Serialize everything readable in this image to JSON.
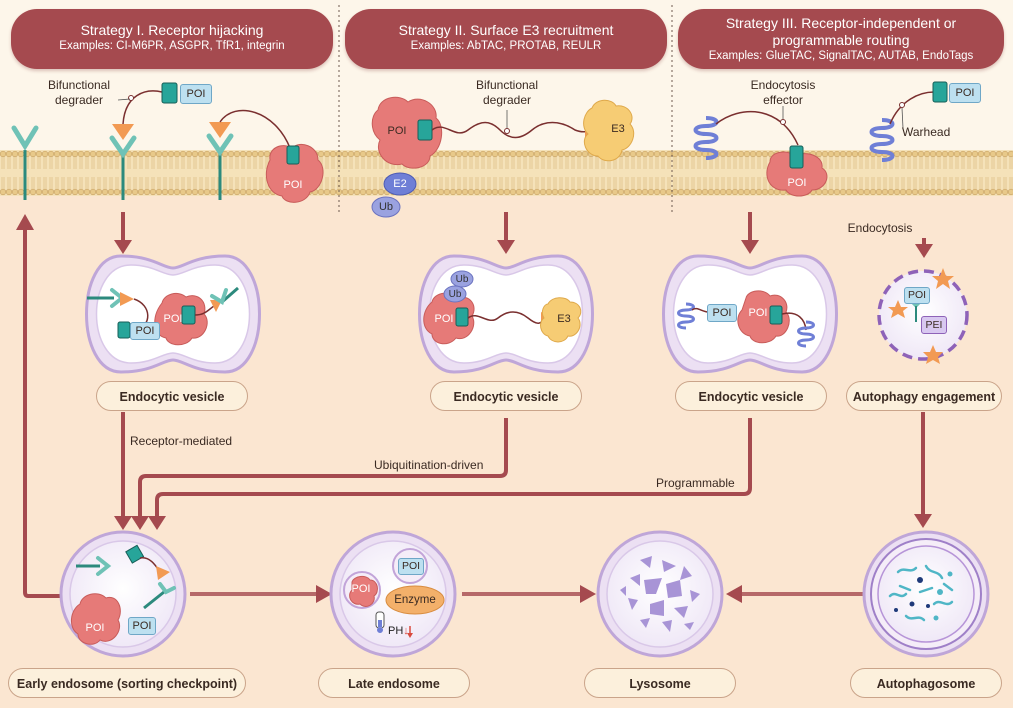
{
  "strategies": [
    {
      "title": "Strategy I. Receptor hijacking",
      "examples": "Examples: CI-M6PR, ASGPR, TfR1, integrin"
    },
    {
      "title": "Strategy II. Surface E3 recruitment",
      "examples": "Examples: AbTAC, PROTAB, REULR"
    },
    {
      "title_line1": "Strategy III. Receptor-independent or",
      "title_line2": "programmable routing",
      "examples": "Examples: GlueTAC, SignalTAC, AUTAB, EndoTags"
    }
  ],
  "labels": {
    "poi": "POI",
    "e3": "E3",
    "e2": "E2",
    "ub": "Ub",
    "pei": "PEI",
    "enzyme": "Enzyme",
    "ph": "PH",
    "bifunctional_line1": "Bifunctional",
    "bifunctional_line2": "degrader",
    "effector_line1": "Endocytosis",
    "effector_line2": "effector",
    "warhead": "Warhead",
    "endocytosis": "Endocytosis",
    "receptor_mediated": "Receptor-mediated",
    "ubiquitination_driven": "Ubiquitination-driven",
    "programmable": "Programmable"
  },
  "compartments": {
    "endocytic_vesicle": "Endocytic vesicle",
    "autophagy_engagement": "Autophagy engagement",
    "early_endosome": "Early endosome (sorting checkpoint)",
    "late_endosome": "Late endosome",
    "lysosome": "Lysosome",
    "autophagosome": "Autophagosome"
  },
  "colors": {
    "header": "#a54a4f",
    "arrow": "#a54a4f",
    "poi_protein": "#e67a78",
    "receptor": "#5fb3a8",
    "membrane": "#f3d9a2",
    "vesicle_border": "#bfa6d8",
    "e3_ligase": "#f6cc74",
    "ub": "#8891d6"
  }
}
